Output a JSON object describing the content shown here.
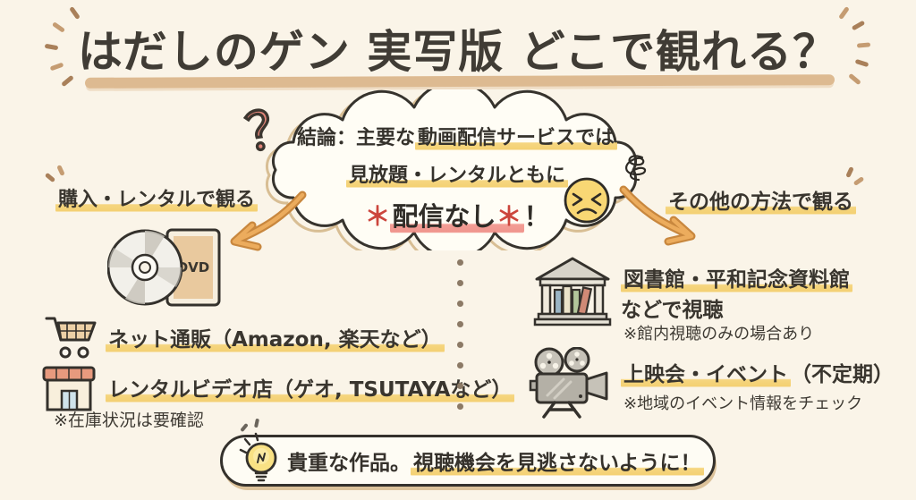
{
  "colors": {
    "background": "#FAF4E8",
    "ink": "#38342E",
    "tan_underline": "#D9B183",
    "yellow_highlight": "#F4D277",
    "pink_highlight": "#F0908A",
    "arrow_orange": "#E5A055",
    "salmon_question": "#E28579",
    "emoji_yellow": "#F8D774"
  },
  "title": {
    "text": "はだしのゲン 実写版 どこで観れる？"
  },
  "cloud": {
    "question_mark": "？",
    "line1_plain": "結論：主要な",
    "line1_highlight": "動画配信サービスでは",
    "line2": "見放題・レンタルともに",
    "line3_star_left": "＊",
    "line3_text": "配信なし",
    "line3_star_right": "＊",
    "line3_bang": "！"
  },
  "left_branch": {
    "heading": "購入・レンタルで観る",
    "dvd_label": "DVD",
    "items": [
      {
        "text": "ネット通販（Amazon, 楽天など）"
      },
      {
        "text": "レンタルビデオ店（ゲオ, TSUTAYAなど）"
      }
    ],
    "note": "※在庫状況は要確認"
  },
  "right_branch": {
    "heading": "その他の方法で観る",
    "items": [
      {
        "line1": "図書館・平和記念資料館",
        "line2": "などで視聴",
        "note": "※館内視聴のみの場合あり"
      },
      {
        "line1_highlight": "上映会・イベント",
        "line1_plain": "（不定期）",
        "note": "※地域のイベント情報をチェック"
      }
    ]
  },
  "footer": {
    "plain": "貴重な作品。",
    "highlight": "視聴機会を見逃さないように！"
  },
  "icons": {
    "question": "question-mark-icon",
    "angry_face": "angry-face-emoji-icon",
    "scribble": "irritation-scribble-icon",
    "dvd": "dvd-disc-and-case-icon",
    "cart": "shopping-cart-icon",
    "store": "storefront-icon",
    "library": "library-building-icon",
    "projector": "film-projector-icon",
    "bulb": "lightbulb-icon"
  }
}
